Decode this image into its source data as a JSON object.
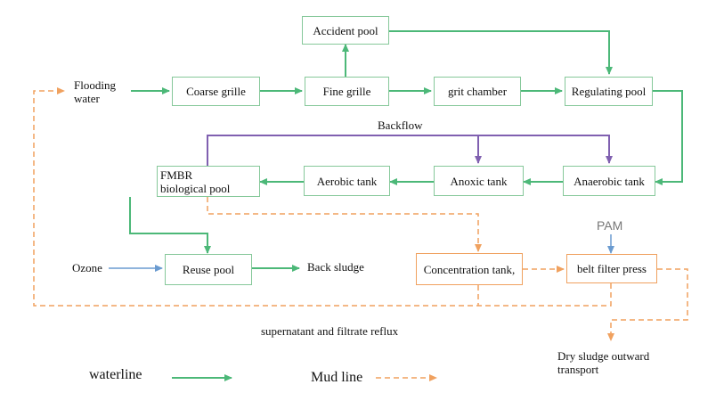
{
  "nodes": {
    "accident_pool": "Accident pool",
    "coarse_grille": "Coarse grille",
    "fine_grille": "Fine grille",
    "grit_chamber": "grit chamber",
    "regulating_pool": "Regulating pool",
    "fmbr_line1": "FMBR",
    "fmbr_line2": "biological pool",
    "aerobic_tank": "Aerobic tank",
    "anoxic_tank": "Anoxic tank",
    "anaerobic_tank": "Anaerobic tank",
    "reuse_pool": "Reuse pool",
    "concentration_tank": "Concentration tank,",
    "belt_filter_press": "belt filter press"
  },
  "labels": {
    "flooding_line1": "Flooding",
    "flooding_line2": "water",
    "backflow": "Backflow",
    "ozone": "Ozone",
    "back_sludge": "Back sludge",
    "pam": "PAM",
    "supernatant": "supernatant and filtrate reflux",
    "dry_sludge_line1": "Dry sludge outward",
    "dry_sludge_line2": "transport"
  },
  "legend": {
    "waterline": "waterline",
    "mud_line": "Mud line"
  },
  "colors": {
    "water": "#4cb878",
    "mud": "#f0a15f",
    "backflow": "#8060b0",
    "dosing": "#6a9bd0",
    "water_box_border": "#86c89a",
    "mud_box_border": "#f0a15f"
  }
}
